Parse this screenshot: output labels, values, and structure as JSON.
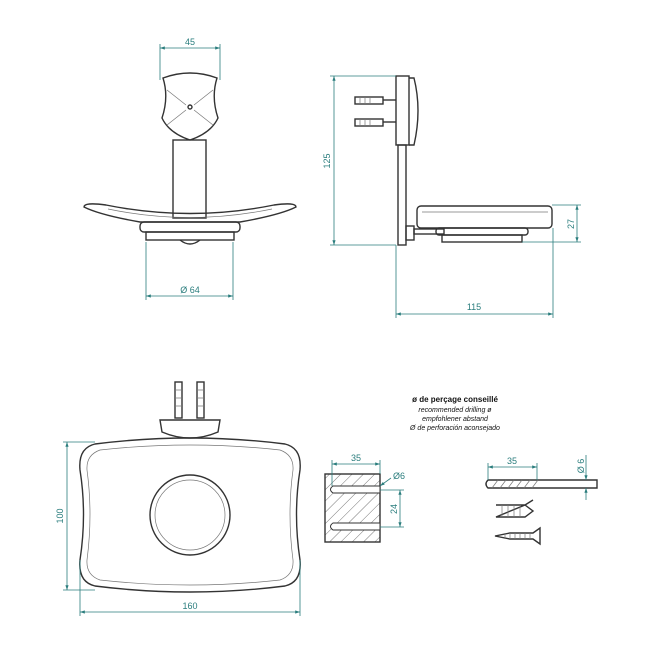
{
  "dimensions": {
    "front_width": "45",
    "front_diameter": "Ø 64",
    "side_height": "125",
    "side_depth": "115",
    "side_tray_height": "27",
    "plate_height": "100",
    "plate_width": "160",
    "wall_depth": "35",
    "wall_hole_diameter": "Ø6",
    "wall_hole_spacing": "24",
    "drill_depth": "35",
    "drill_diameter": "Ø 6"
  },
  "drilling_note": {
    "fr": "ø de perçage conseillé",
    "en": "recommended drilling ø",
    "de": "empfohlener abstand",
    "es": "Ø de perforación aconsejado"
  },
  "colors": {
    "dimension": "#2a7d7d",
    "outline": "#333333"
  }
}
